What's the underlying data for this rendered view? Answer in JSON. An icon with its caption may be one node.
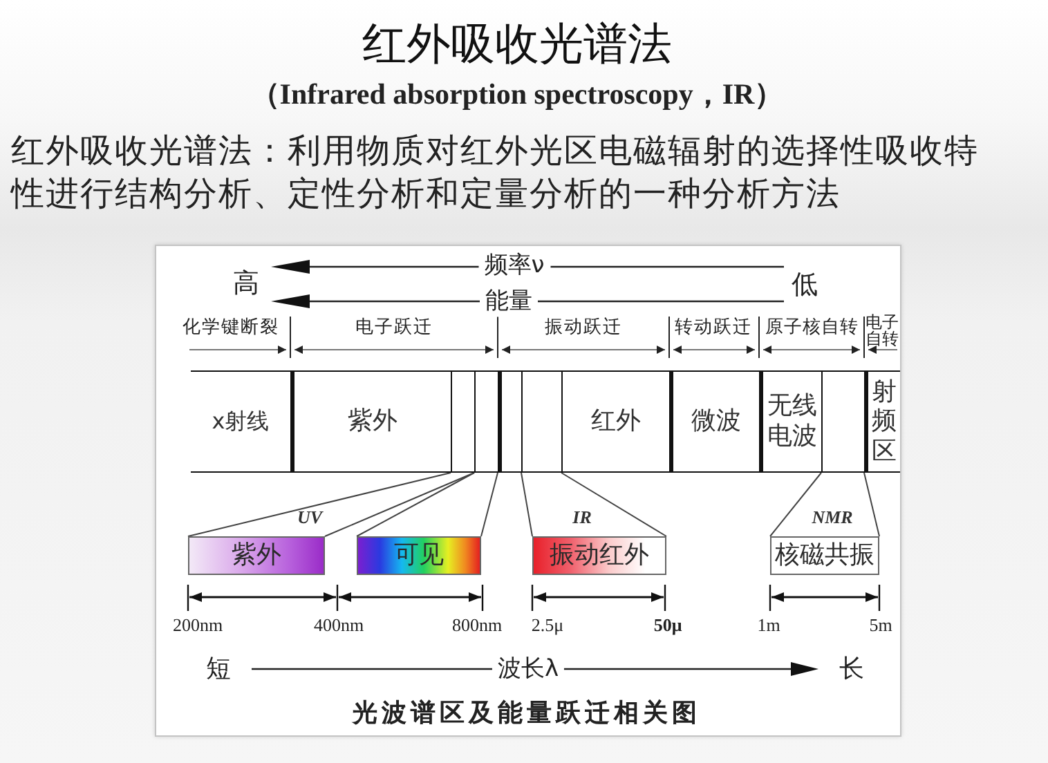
{
  "diagram": {
    "title": "红外吸收光谱法",
    "caption": "光波谱区及能量跃迁相关图",
    "nodes": [
      {
        "text": [
          "x射线"
        ]
      },
      {
        "text": [
          "紫外"
        ]
      },
      {
        "text": [],
        "shape": "box"
      },
      {
        "text": [],
        "shape": "box"
      },
      {
        "text": [],
        "shape": "box"
      },
      {
        "text": [],
        "shape": "box"
      },
      {
        "text": [
          "红外"
        ]
      },
      {
        "text": [
          "微波"
        ]
      },
      {
        "text": [
          "无线电波"
        ]
      },
      {
        "text": [],
        "shape": "box"
      },
      {
        "text": [
          "射频区"
        ]
      },
      {
        "text": [
          "紫外"
        ],
        "beside": [
          "UV"
        ]
      },
      {
        "text": [
          "可见"
        ]
      },
      {
        "text": [
          "振动红外"
        ],
        "beside": [
          "IR"
        ]
      },
      {
        "text": [
          "核磁共振"
        ],
        "beside": [
          "NMR"
        ]
      }
    ],
    "edges": [
      {
        "from": 2,
        "to": 11,
        "arrow": "none"
      },
      {
        "from": 2,
        "to": 11,
        "arrow": "none"
      },
      {
        "from": 3,
        "to": 12,
        "arrow": "none"
      },
      {
        "from": 3,
        "to": 12,
        "arrow": "none"
      },
      {
        "from": 5,
        "to": 13,
        "arrow": "none"
      },
      {
        "from": 5,
        "to": 13,
        "arrow": "none"
      },
      {
        "from": 9,
        "to": 14,
        "arrow": "none"
      },
      {
        "from": 9,
        "to": 14,
        "arrow": "none"
      }
    ],
    "labels": [
      "（Infrared absorption spectroscopy，IR）",
      "红外吸收光谱法：利用物质对红外光区电磁辐射的选择性吸收特性进行结构分析、定性分析和定量分析的一种分析方法",
      "高",
      "频率ν",
      "能量",
      "低",
      "化学键断裂",
      "电子跃迁",
      "振动跃迁",
      "转动跃迁",
      "原子核自转",
      "电子自转",
      "200nm",
      "400nm",
      "800nm",
      "2.5μ",
      "50μ",
      "1m",
      "5m",
      "短",
      "波长λ",
      "长"
    ]
  }
}
